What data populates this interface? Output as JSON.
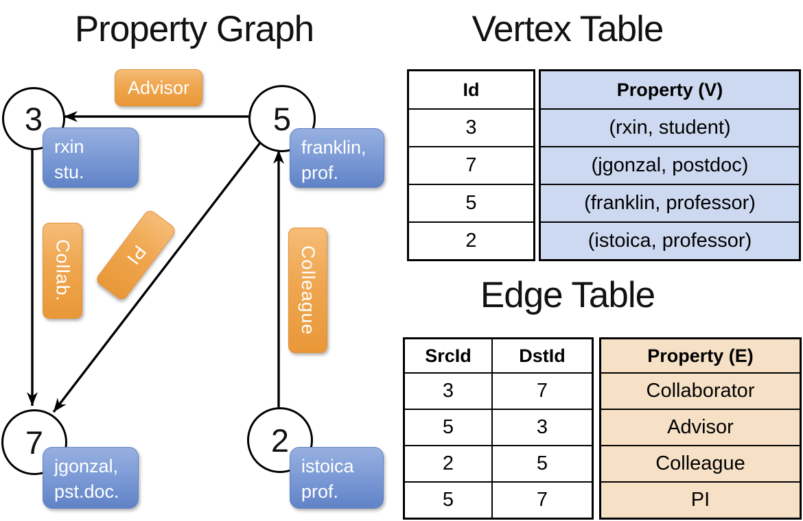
{
  "slide": {
    "graph_title": "Property Graph",
    "vertex_table_title": "Vertex Table",
    "edge_table_title": "Edge Table"
  },
  "graph": {
    "nodes": [
      {
        "id": "3",
        "property": [
          "rxin",
          "stu."
        ]
      },
      {
        "id": "5",
        "property": [
          "franklin,",
          "prof."
        ]
      },
      {
        "id": "7",
        "property": [
          "jgonzal,",
          "pst.doc."
        ]
      },
      {
        "id": "2",
        "property": [
          "istoica",
          "prof."
        ]
      }
    ],
    "edges": [
      {
        "label": "Advisor",
        "from": "5",
        "to": "3"
      },
      {
        "label": "Collab.",
        "from": "3",
        "to": "7"
      },
      {
        "label": "PI",
        "from": "5",
        "to": "7"
      },
      {
        "label": "Colleague",
        "from": "2",
        "to": "5"
      }
    ]
  },
  "vertex_table": {
    "columns": [
      "Id",
      "Property (V)"
    ],
    "rows": [
      [
        "3",
        "(rxin, student)"
      ],
      [
        "7",
        "(jgonzal, postdoc)"
      ],
      [
        "5",
        "(franklin, professor)"
      ],
      [
        "2",
        "(istoica, professor)"
      ]
    ]
  },
  "edge_table": {
    "columns": [
      "SrcId",
      "DstId",
      "Property (E)"
    ],
    "rows": [
      [
        "3",
        "7",
        "Collaborator"
      ],
      [
        "5",
        "3",
        "Advisor"
      ],
      [
        "2",
        "5",
        "Colleague"
      ],
      [
        "5",
        "7",
        "PI"
      ]
    ]
  },
  "colors": {
    "edge_label_orange": "#efa64f",
    "vertex_label_blue": "#7b9ad5",
    "vertex_table_fill": "#cdd9f0",
    "edge_table_fill": "#f6e0c6",
    "line_black": "#000000"
  }
}
